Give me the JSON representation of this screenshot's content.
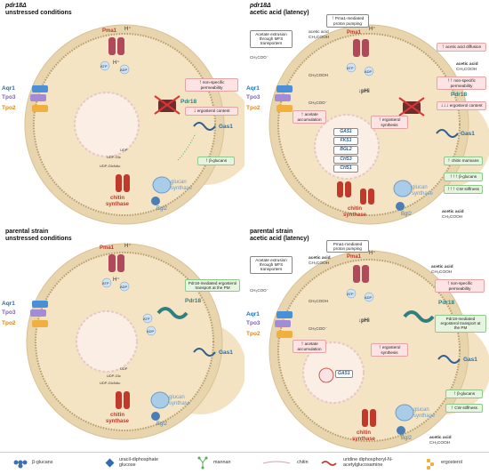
{
  "panels": [
    {
      "title_strain": "pdr18Δ",
      "title_condition": "unstressed conditions",
      "labels": {
        "pma1": "Pma1",
        "hplus_top": "H⁺",
        "hplus_mid": "H⁺",
        "atp": "ATP",
        "adp": "ADP",
        "aqr1": "Aqr1",
        "tpo3": "Tpo3",
        "tpo2": "Tpo2",
        "pdr18": "Pdr18",
        "gas1": "Gas1",
        "chitin_synthase": "chitin synthase",
        "glucan_synthase": "glucan synthase",
        "bgl2": "Bgl2",
        "udp": "UDP",
        "udp_glc": "UDP-Glc",
        "udp_glcnac": "UDP-GlcNAc"
      },
      "boxes": [
        {
          "text": "non-specific permeability",
          "arrow": "↑",
          "color": "pink"
        },
        {
          "text": "ergosterol content",
          "arrow": "↓",
          "color": "pink"
        },
        {
          "text": "β-glucans",
          "arrow": "↑",
          "color": "green"
        }
      ]
    },
    {
      "title_strain": "pdr18Δ",
      "title_condition": "acetic acid (latency)",
      "labels": {
        "pma1": "Pma1",
        "hplus_top": "H⁺",
        "atp": "ATP",
        "adp": "ADP",
        "aqr1": "Aqr1",
        "tpo3": "Tpo3",
        "tpo2": "Tpo2",
        "pdr18": "Pdr18",
        "gas1": "Gas1",
        "chitin_synthase": "chitin synthase",
        "glucan_synthase": "glucan synthase",
        "bgl2": "Bgl2",
        "ch3coo_out": "CH₃COO⁻",
        "acetic_acid": "acetic acid",
        "ch3cooh": "CH₃COOH",
        "ch3cooh_in": "CH₃COOH",
        "ch3coo_in": "CH₃COO⁻",
        "phi": "pHi",
        "acetic_acid_bottom": "acetic acid",
        "ch3cooh_bottom": "CH₃COOH",
        "acetic_acid_right": "acetic acid",
        "ch3cooh_right": "CH₃COOH",
        "genes": [
          "GAS1",
          "FKS1",
          "BGL2",
          "CHS3",
          "CHS1"
        ]
      },
      "boxes": [
        {
          "text": "Acetate extrusion through MFS transporters",
          "color": "white"
        },
        {
          "text": "Pma1-mediated proton pumping",
          "arrow": "↑",
          "color": "white"
        },
        {
          "text": "acetic acid diffusion",
          "arrow": "↑",
          "color": "pink"
        },
        {
          "text": "non-specific permeability",
          "arrow": "↑↑",
          "color": "pink"
        },
        {
          "text": "ergosterol content",
          "arrow": "↓↓↓",
          "color": "pink"
        },
        {
          "text": "acetate accumulation",
          "arrow": "↑",
          "color": "pink"
        },
        {
          "text": "ergosterol synthesis",
          "arrow": "↑",
          "color": "pink"
        },
        {
          "text": "chitin mannans",
          "arrow": "↑",
          "color": "green"
        },
        {
          "text": "β-glucans",
          "arrow": "↑↑↑",
          "color": "green"
        },
        {
          "text": "CW stiffness",
          "arrow": "↑↑↑",
          "color": "green"
        }
      ]
    },
    {
      "title_strain": "parental strain",
      "title_condition": "unstressed conditions",
      "labels": {
        "pma1": "Pma1",
        "hplus_top": "H⁺",
        "hplus_mid": "H⁺",
        "atp": "ATP",
        "adp": "ADP",
        "aqr1": "Aqr1",
        "tpo3": "Tpo3",
        "tpo2": "Tpo2",
        "pdr18": "Pdr18",
        "gas1": "Gas1",
        "chitin_synthase": "chitin synthase",
        "glucan_synthase": "glucan synthase",
        "bgl2": "Bgl2",
        "atp2": "ATP",
        "adp2": "ADP",
        "udp": "UDP",
        "udp_glc": "UDP-Glc",
        "udp_glcnac": "UDP-GlcNAc"
      },
      "boxes": [
        {
          "text": "Pdr18-mediated ergosterol transport at the PM",
          "color": "green"
        }
      ]
    },
    {
      "title_strain": "parental strain",
      "title_condition": "acetic acid (latency)",
      "labels": {
        "pma1": "Pma1",
        "hplus_top": "H⁺",
        "atp": "ATP",
        "adp": "ADP",
        "aqr1": "Aqr1",
        "tpo3": "Tpo3",
        "tpo2": "Tpo2",
        "pdr18": "Pdr18",
        "gas1": "Gas1",
        "chitin_synthase": "chitin synthase",
        "glucan_synthase": "glucan synthase",
        "bgl2": "Bgl2",
        "ch3coo_out": "CH₃COO⁻",
        "acetic_acid": "acetic acid",
        "ch3cooh": "CH₃COOH",
        "ch3cooh_in": "CH₃COOH",
        "ch3coo_in": "CH₃COO⁻",
        "phi": "pHi",
        "acetic_acid_right": "acetic acid",
        "ch3cooh_right": "CH₃COOH",
        "acetic_acid_bottom": "acetic acid",
        "ch3cooh_bottom": "CH₃COOH",
        "genes": [
          "GAS1"
        ]
      },
      "boxes": [
        {
          "text": "Acetate extrusion through MFS transporters",
          "color": "white"
        },
        {
          "text": "Pma1-mediated proton pumping",
          "color": "white"
        },
        {
          "text": "non-specific permeability",
          "arrow": "↑",
          "color": "pink"
        },
        {
          "text": "Pdr18-mediated ergosterol transport at the PM",
          "color": "green"
        },
        {
          "text": "acetate accumulation",
          "arrow": "↑",
          "color": "pink"
        },
        {
          "text": "ergosterol synthesis",
          "arrow": "↑",
          "color": "pink"
        },
        {
          "text": "β-glucans",
          "arrow": "↑",
          "color": "green"
        },
        {
          "text": "CW stiffness",
          "arrow": "↑",
          "color": "green"
        }
      ]
    }
  ],
  "legend": [
    {
      "label": "β-glucans",
      "icon": "beta-glucan-icon"
    },
    {
      "label": "uracil-diphosphate glucose",
      "icon": "udp-glucose-icon"
    },
    {
      "label": "mannan",
      "icon": "mannan-icon"
    },
    {
      "label": "chitin",
      "icon": "chitin-icon"
    },
    {
      "label": "uridine diphosphoryl-N-acetylglucosamine",
      "icon": "udp-glcnac-icon"
    },
    {
      "label": "ergosterol",
      "icon": "ergosterol-icon"
    }
  ],
  "colors": {
    "cell_wall": "#e9d5ad",
    "membrane": "#c9b48a",
    "cytoplasm": "#f4e4c4",
    "nucleus": "#fbeee4",
    "pma1": "#c0392b",
    "aqr1": "#4a90d9",
    "tpo3": "#a48bd6",
    "tpo2": "#f0b040",
    "pdr18": "#2f7f7f",
    "pink_box": "#fde3e3",
    "green_box": "#e5f5e0"
  }
}
